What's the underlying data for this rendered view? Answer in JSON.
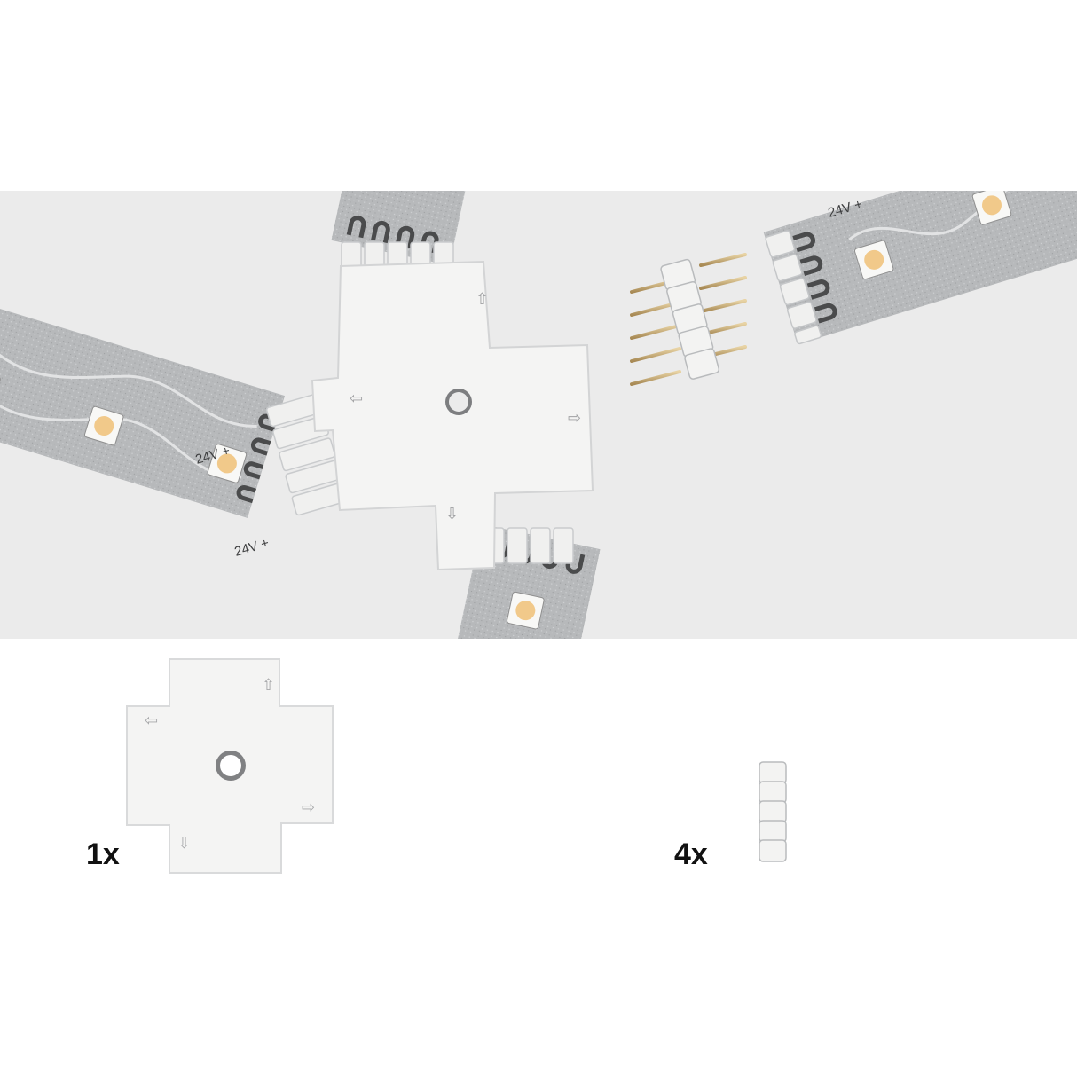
{
  "scene": {
    "background": "#ebebeb",
    "strip_color": "#b4b6b8",
    "connector_color": "#f4f4f3",
    "led_color": "#f1c98a",
    "strip_label": "24V +"
  },
  "contents": {
    "connector_quantity": "1x",
    "pin_quantity": "4x"
  }
}
